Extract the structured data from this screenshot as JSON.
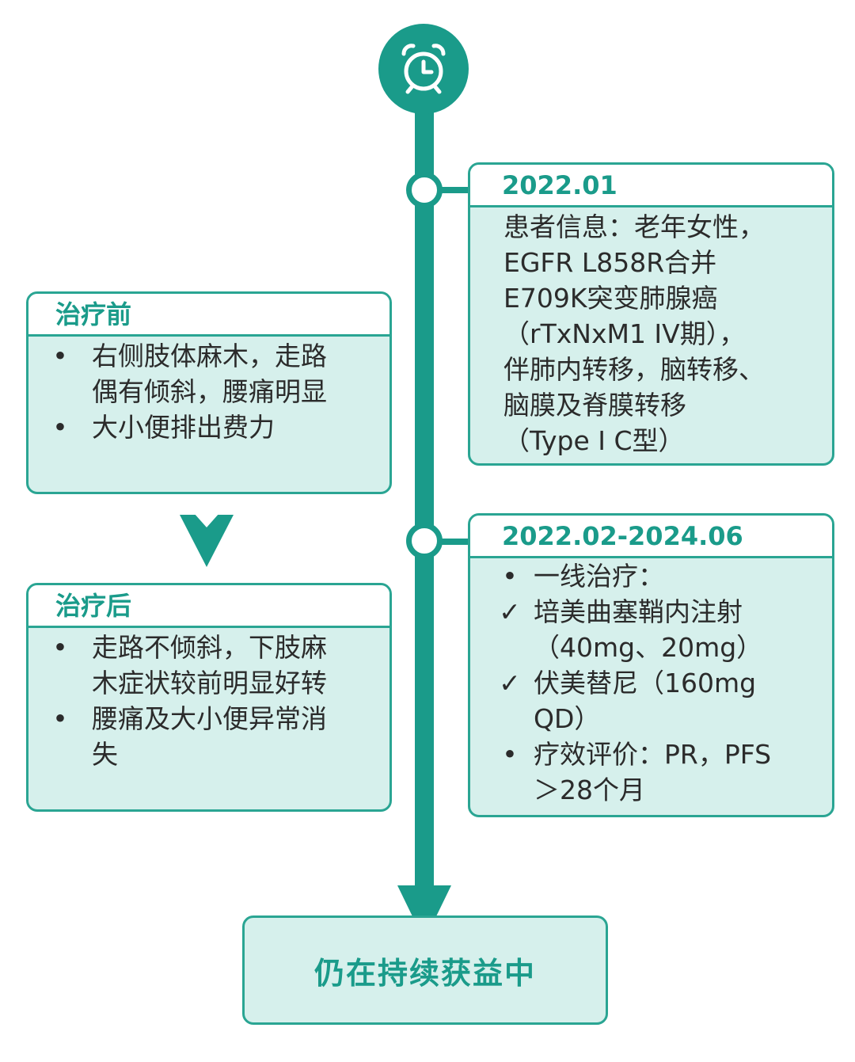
{
  "colors": {
    "accent": "#1a9b8a",
    "box_fill": "#d6f0ec",
    "box_border": "#2aa593",
    "text": "#2b2b2b"
  },
  "icons": {
    "top": "alarm-clock-icon"
  },
  "timeline": [
    {
      "date": "2022.01",
      "lines": [
        "患者信息：老年女性，",
        "EGFR L858R合并",
        "E709K突变肺腺癌",
        "（rTxNxM1 IV期），",
        "伴肺内转移，脑转移、",
        "脑膜及脊膜转移",
        "（Type I C型）"
      ]
    },
    {
      "date": "2022.02-2024.06",
      "items": [
        {
          "marker": "•",
          "text": "一线治疗："
        },
        {
          "marker": "✓",
          "text": "培美曲塞鞘内注射（40mg、20mg）"
        },
        {
          "marker": "✓",
          "text": "伏美替尼（160mg QD）"
        },
        {
          "marker": "•",
          "text": "疗效评价：PR，PFS＞28个月"
        }
      ]
    }
  ],
  "before": {
    "title": "治疗前",
    "items": [
      {
        "marker": "•",
        "text": "右侧肢体麻木，走路偶有倾斜，腰痛明显"
      },
      {
        "marker": "•",
        "text": "大小便排出费力"
      }
    ]
  },
  "after": {
    "title": "治疗后",
    "items": [
      {
        "marker": "•",
        "text": "走路不倾斜，下肢麻木症状较前明显好转"
      },
      {
        "marker": "•",
        "text": "腰痛及大小便异常消失"
      }
    ]
  },
  "result": {
    "text": "仍在持续获益中"
  }
}
